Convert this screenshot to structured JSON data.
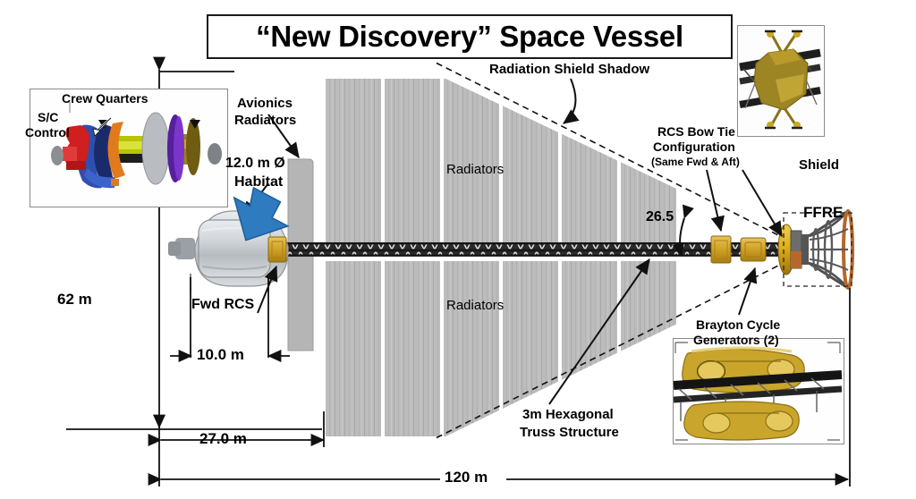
{
  "title": "“New Discovery” Space Vessel",
  "labels": {
    "crew_quarters": "Crew Quarters",
    "sc_control_1": "S/C",
    "sc_control_2": "Control",
    "avionics_1": "Avionics",
    "avionics_2": "Radiators",
    "habitat_dia": "12.0 m Ø",
    "habitat": "Habitat",
    "fwd_rcs": "Fwd RCS",
    "radiators_top": "Radiators",
    "radiators_bottom": "Radiators",
    "shadow": "Radiation Shield Shadow",
    "rcs_bowtie_1": "RCS Bow Tie",
    "rcs_bowtie_2": "Configuration",
    "rcs_bowtie_3": "(Same Fwd & Aft)",
    "shield": "Shield",
    "ffre": "FFRE",
    "brayton_1": "Brayton Cycle",
    "brayton_2": "Generators (2)",
    "truss_1": "3m Hexagonal",
    "truss_2": "Truss Structure"
  },
  "dimensions": {
    "height_62": "62 m",
    "habitat_len_10": "10.0 m",
    "fwd_27": "27.0 m",
    "total_120": "120 m",
    "half_angle": "26.5"
  },
  "colors": {
    "radiator_gray": "#b9b9b9",
    "truss_dark": "#2a2a2a",
    "rcs_gold": "#d4a427",
    "shield_gold": "#e2b21e",
    "habitat_silver": "#c9ccd0",
    "arrow_blue": "#2e7bbf",
    "nozzle_gray": "#595959",
    "nozzle_copper": "#c06c2a",
    "line_black": "#111111"
  },
  "chart_data": {
    "type": "diagram",
    "title": "“New Discovery” Space Vessel",
    "overall_length_m": 120,
    "forward_section_m": 27.0,
    "habitat_length_m": 10.0,
    "habitat_diameter_m": 12.0,
    "radiator_span_m": 62,
    "shadow_half_angle_deg": 26.5,
    "truss_size_m": 3,
    "brayton_generator_count": 2,
    "components": [
      "Habitat",
      "Fwd RCS",
      "Avionics Radiators",
      "Radiators",
      "3m Hexagonal Truss Structure",
      "RCS Bow Tie Configuration",
      "Brayton Cycle Generators (2)",
      "Shield",
      "FFRE"
    ]
  }
}
